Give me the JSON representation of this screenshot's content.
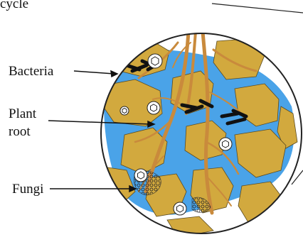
{
  "header": {
    "partial_text": "cycle"
  },
  "labels": {
    "bacteria": "Bacteria",
    "plant_root_line1": "Plant",
    "plant_root_line2": "root",
    "fungi": "Fungi"
  },
  "colors": {
    "soil_particle": "#d2a93e",
    "water": "#4aa3e8",
    "root": "#c98a3c",
    "bacteria": "#111111",
    "outline": "#222222"
  }
}
